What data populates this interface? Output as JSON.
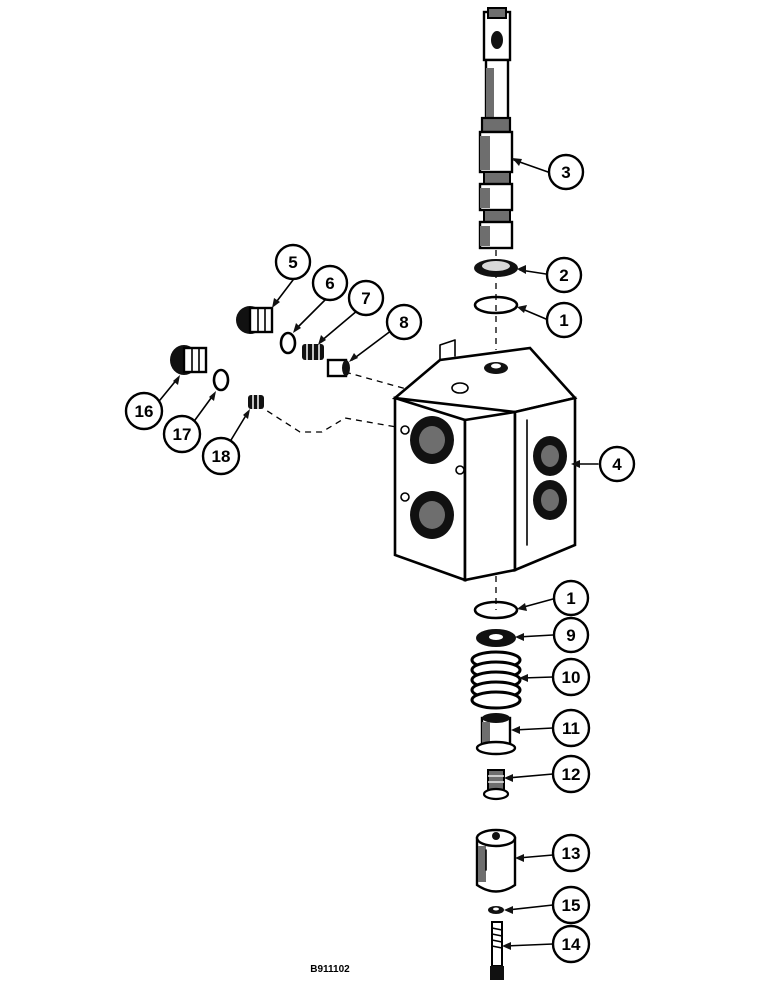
{
  "diagram": {
    "drawing_code": "B911102",
    "callouts": [
      {
        "id": "c3",
        "label": "3"
      },
      {
        "id": "c2",
        "label": "2"
      },
      {
        "id": "c1a",
        "label": "1"
      },
      {
        "id": "c4",
        "label": "4"
      },
      {
        "id": "c5",
        "label": "5"
      },
      {
        "id": "c6",
        "label": "6"
      },
      {
        "id": "c7",
        "label": "7"
      },
      {
        "id": "c8",
        "label": "8"
      },
      {
        "id": "c16",
        "label": "16"
      },
      {
        "id": "c17",
        "label": "17"
      },
      {
        "id": "c18",
        "label": "18"
      },
      {
        "id": "c1b",
        "label": "1"
      },
      {
        "id": "c9",
        "label": "9"
      },
      {
        "id": "c10",
        "label": "10"
      },
      {
        "id": "c11",
        "label": "11"
      },
      {
        "id": "c12",
        "label": "12"
      },
      {
        "id": "c13",
        "label": "13"
      },
      {
        "id": "c15",
        "label": "15"
      },
      {
        "id": "c14",
        "label": "14"
      }
    ]
  }
}
